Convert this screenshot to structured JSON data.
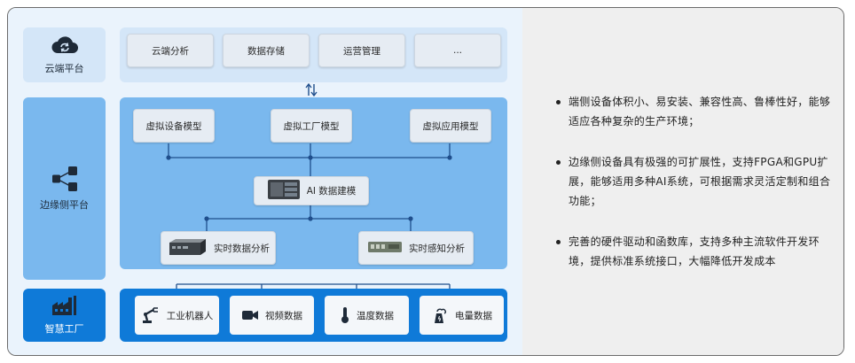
{
  "layers": {
    "cloud": {
      "label": "云端平台",
      "icon": "cloud-sync-icon",
      "items": [
        "云端分析",
        "数据存储",
        "运营管理",
        "..."
      ]
    },
    "edge": {
      "label": "边缘侧平台",
      "icon": "share-nodes-icon",
      "top_models": [
        "虚拟设备模型",
        "虚拟工厂模型",
        "虚拟应用模型"
      ],
      "ai_modeling": "AI 数据建模",
      "analysis": [
        "实时数据分析",
        "实时感知分析"
      ]
    },
    "factory": {
      "label": "智慧工厂",
      "icon": "factory-icon",
      "sources": [
        {
          "label": "工业机器人",
          "icon": "robot-arm-icon"
        },
        {
          "label": "视频数据",
          "icon": "video-camera-icon"
        },
        {
          "label": "温度数据",
          "icon": "thermometer-icon"
        },
        {
          "label": "电量数据",
          "icon": "power-plant-icon"
        }
      ]
    }
  },
  "features": [
    "端侧设备体积小、易安装、兼容性高、鲁棒性好，能够适应各种复杂的生产环境；",
    "边缘侧设备具有极强的可扩展性，支持FPGA和GPU扩展，能够适用多种AI系统，可根据需求灵活定制和组合功能；",
    "完善的硬件驱动和函数库，支持多种主流软件开发环境，提供标准系统接口，大幅降低开发成本"
  ],
  "colors": {
    "cloud_bg": "#d4e6f8",
    "edge_bg": "#7ab8ee",
    "factory_bg": "#0f7ad8",
    "connector": "#1f4e8c"
  }
}
